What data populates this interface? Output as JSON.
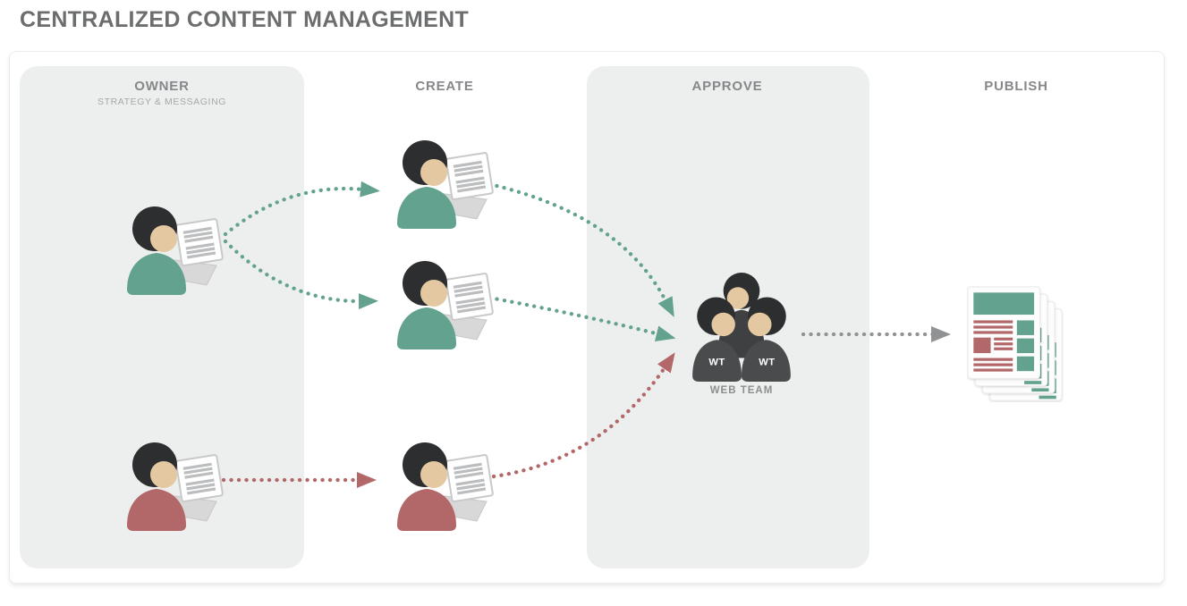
{
  "title": "CENTRALIZED CONTENT MANAGEMENT",
  "columns": [
    {
      "label": "OWNER",
      "sublabel": "STRATEGY & MESSAGING",
      "shaded": true
    },
    {
      "label": "CREATE",
      "shaded": false
    },
    {
      "label": "APPROVE",
      "shaded": true
    },
    {
      "label": "PUBLISH",
      "shaded": false
    }
  ],
  "web_team": {
    "label": "WEB TEAM",
    "badge": "WT"
  },
  "figures": {
    "owner_top": "person-with-laptop-teal",
    "creator_1": "person-with-laptop-teal",
    "creator_2": "person-with-laptop-teal",
    "owner_bottom": "person-with-laptop-red",
    "creator_red": "person-with-laptop-red",
    "approvers": "three-person-group-dark",
    "publish_output": "stacked-document-pages"
  },
  "flow_arrows": [
    {
      "from": "owner-top",
      "to": "creator-1",
      "color": "teal",
      "style": "dotted-curve"
    },
    {
      "from": "owner-top",
      "to": "creator-2",
      "color": "teal",
      "style": "dotted-curve"
    },
    {
      "from": "creator-1",
      "to": "web-team",
      "color": "teal",
      "style": "dotted-curve"
    },
    {
      "from": "creator-2",
      "to": "web-team",
      "color": "teal",
      "style": "dotted-curve"
    },
    {
      "from": "owner-bottom",
      "to": "creator-red",
      "color": "red",
      "style": "dotted-line"
    },
    {
      "from": "creator-red",
      "to": "web-team",
      "color": "red",
      "style": "dotted-curve"
    },
    {
      "from": "web-team",
      "to": "published-pages",
      "color": "gray",
      "style": "dotted-line"
    }
  ],
  "colors": {
    "teal": "#63a28e",
    "red": "#b26769",
    "dark_body": "#4a4b4d",
    "hair": "#2d2e30",
    "face": "#e4c8a2",
    "panel": "#edefee",
    "arrow_gray": "#909294",
    "title_text": "#6b6d6f",
    "header_text": "#85878a",
    "subheader_text": "#a5a7a9",
    "laptop_base": "#d8d8d8",
    "page_bg": "#fdfdfd"
  }
}
